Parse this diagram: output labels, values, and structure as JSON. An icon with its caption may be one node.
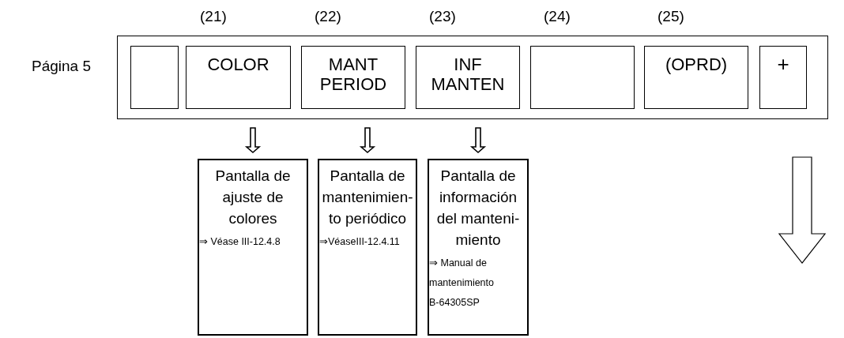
{
  "diagram": {
    "nodes": [
      {
        "text": [],
        "shape": "box",
        "beside": [
          "Página 5"
        ]
      },
      {
        "text": [],
        "shape": "box",
        "in": 0
      },
      {
        "text": [
          "COLOR"
        ],
        "in": 0,
        "beside": [
          "(21)"
        ]
      },
      {
        "text": [
          "MANT PERIOD"
        ],
        "in": 0,
        "beside": [
          "(22)"
        ]
      },
      {
        "text": [
          "INF MANTEN"
        ],
        "in": 0,
        "beside": [
          "(23)"
        ]
      },
      {
        "text": [],
        "shape": "box",
        "in": 0,
        "beside": [
          "(24)"
        ]
      },
      {
        "text": [
          "(OPRD)"
        ],
        "in": 0,
        "beside": [
          "(25)"
        ]
      },
      {
        "text": [
          "+"
        ],
        "in": 0
      },
      {
        "text": [
          "Pantalla de ajuste de colores",
          "⇒ Véase III-12.4.8"
        ]
      },
      {
        "text": [
          "Pantalla de mantenimien- to periódico",
          "⇒VéaseIII-12.4.11"
        ]
      },
      {
        "text": [
          "Pantalla de información del manteni- miento",
          "⇒ Manual de mantenimiento B-64305SP"
        ]
      }
    ],
    "edges": [
      {
        "from": 2,
        "to": 8,
        "arrow": "to"
      },
      {
        "from": 3,
        "to": 9,
        "arrow": "to"
      },
      {
        "from": 4,
        "to": 10,
        "arrow": "to"
      }
    ]
  }
}
